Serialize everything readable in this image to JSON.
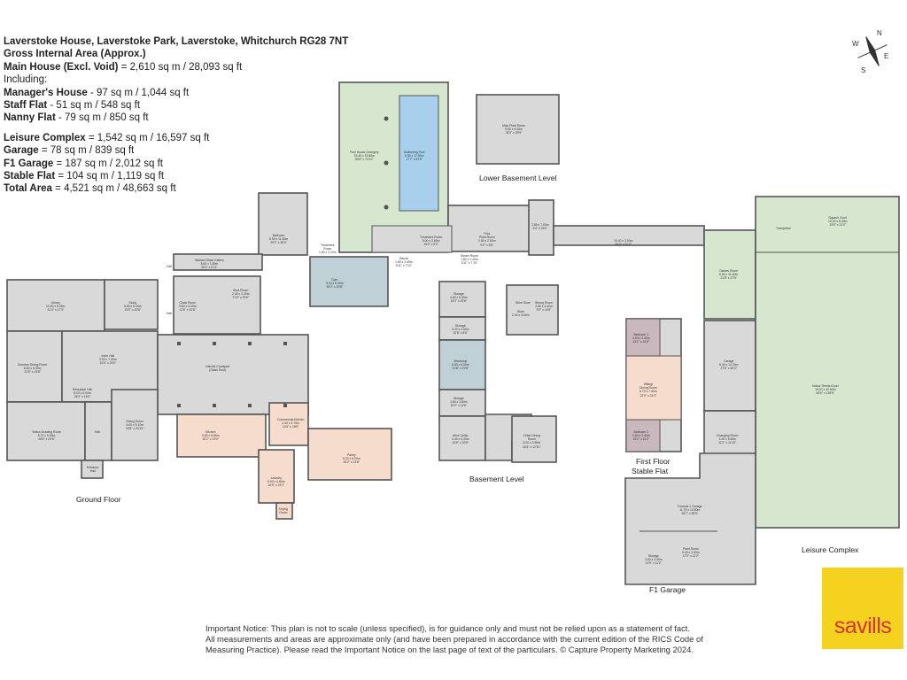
{
  "header": {
    "address": "Laverstoke House, Laverstoke Park, Laverstoke, Whitchurch RG28 7NT",
    "gia_title": "Gross Internal Area (Approx.)",
    "main_house_label": "Main House (Excl. Void)",
    "main_house_value": "= 2,610 sq m / 28,093 sq ft",
    "including": "Including:",
    "managers_house_label": "Manager's House",
    "managers_house_value": "- 97 sq m / 1,044 sq ft",
    "staff_flat_label": "Staff Flat",
    "staff_flat_value": "- 51 sq m / 548 sq ft",
    "nanny_flat_label": "Nanny Flat",
    "nanny_flat_value": "- 79 sq m / 850 sq ft",
    "leisure_label": "Leisure Complex",
    "leisure_value": "= 1,542 sq m / 16,597 sq ft",
    "garage_label": "Garage",
    "garage_value": "= 78 sq m / 839 sq ft",
    "f1_label": "F1 Garage",
    "f1_value": "= 187 sq m / 2,012 sq ft",
    "stable_label": "Stable Flat",
    "stable_value": "= 104 sq m / 1,119 sq ft",
    "total_label": "Total Area",
    "total_value": "= 4,521 sq m / 48,663 sq ft"
  },
  "compass": {
    "icon": "compass-rose-icon",
    "north": "N",
    "south": "S",
    "east": "E",
    "west": "W"
  },
  "section_labels": {
    "lower_basement": "Lower Basement Level",
    "ground_floor": "Ground Floor",
    "basement": "Basement Level",
    "first_floor": "First Floor",
    "stable_flat": "Stable Flat",
    "leisure": "Leisure Complex",
    "f1_garage": "F1 Garage"
  },
  "rooms": {
    "pool_house": "Pool House Orangery\n15.40 x 22.80m\n50'6\" x 74'10\"",
    "swimming_pool": "Swimming Pool\n5.38 x 17.50m\n17'7\" x 57'5\"",
    "main_plant": "Main Plant Room\n9.80 x 9.08m\n32'2\" x 29'9\"",
    "ballroom": "Ballroom\n8.90 x 11.60m\n29'2\" x 38'0\"",
    "stained_glass": "Stained Glass Gallery\n8.60 x 1.80m\n28'2\" x 5'11\"",
    "gym": "Gym\n9.20 x 6.00m\n30'2\" x 19'8\"",
    "library": "Library\n12.60 x 5.25m\n41'4\" x 17'3\"",
    "study": "Study\n5.80 x 6.30m\n19'0\" x 20'8\"",
    "cloak_room": "Cloak Room\n3.50 x 3.20m\n11'6\" x 10'6\"",
    "boot_room": "Boot Room\n2.40 x 3.20m\n7'10\" x 10'6\"",
    "summer_dining": "Summer Dining Room\n6.60 x 6.00m\n21'8\" x 19'8\"",
    "inner_hall": "Inner Hall\n3.00 x 7.00m\n10'0\" x 23'0\"",
    "courtyard": "Internal Courtyard\n(Glass Roof)",
    "reception_hall": "Reception Hall\n8.00 x 5.00m\n26'3\" x 16'4\"",
    "yellow_drawing": "Yellow Drawing Room\n8.70 x 6.30m\n28'6\" x 20'8\"",
    "dining_room": "Dining Room\n6.00 x 9.10m\n19'8\" x 29'10\"",
    "kitchen": "Kitchen\n9.80 x 5.80m\n32'2\" x 19'0\"",
    "commercial_kitchen": "Commercial Kitchen\n4.40 x 4.70m\n14'5\" x 15'5\"",
    "pantry": "Pantry\n9.20 x 6.00m\n30'2\" x 19'8\"",
    "laundry": "Laundry\n5.00 x 4.60m\n16'5\" x 15'1\"",
    "drying_room": "Drying\nRoom",
    "entrance_hall": "Entrance\nHall",
    "hall1": "Hall",
    "hall2": "Hall",
    "hall3": "Hall",
    "treatment": "Treatment\nRoom\n1.80 x 1.10m",
    "sauna": "Sauna\n1.80 x 2.40m\n5'11\" x 7'10\"",
    "steam_room": "Steam Room\n1.80 x 2.40m\n5'11\" x 7'10\"",
    "treatment2": "Treatment Room\n5.00 x 2.80m\n16'5\" x 9'2\"",
    "pool_plant": "Pool\nPlant Room\n2.80 x 2.60m\n9'2\" x 8'6\"",
    "corr1": "2.85 x 7.00m\n9'4\" x 23'0\"",
    "corridor": "15.40 x 3.00m\n50'6\" x 9'10\"",
    "squash": "Squash Court\n10.20 x 6.40m\n33'5\" x 21'0\"",
    "trampoline": "Trampoline",
    "games_room": "Games Room\n6.60 x 11.40m\n21'8\" x 37'5\"",
    "garage": "Garage\n8.40 x 12.20m\n27'6\" x 40'0\"",
    "tennis": "Indoor Tennis Court\n19.20 x 42.50m\n63'0\" x 139'5\"",
    "changing": "Changing Room\n3.40 x 3.60m\n11'2\" x 11'10\"",
    "storage1": "Storage\n4.60 x 6.30m\n15'0\" x 20'8\"",
    "storage2": "Storage\n3.20 x 2.60m\n10'6\" x 8'6\"",
    "wine_store": "Wine Store",
    "strong_room": "Strong Room\n2.80 x 4.40m\n9'2\" x 14'5\"",
    "store_a": "Store\n2.40 x 3.60m",
    "workshop": "Workshop\n6.60 x 6.00m\n21'8\" x 19'8\"",
    "storage3": "Storage\n4.60 x 3.80m\n15'0\" x 12'6\"",
    "wine_cellar": "Wine Cellar\n4.40 x 6.30m\n14'5\" x 20'8\"",
    "cellar_dining": "Cellar Dining\nRoom\n6.20 x 3.90m\n20'4\" x 12'10\"",
    "bedroom1": "Bedroom 1\n4.00 x 4.40m\n13'1\" x 14'5\"",
    "sitting_dining": "Sitting/\nDining Room\n6.70 x 7.40m\n22'0\" x 24'3\"",
    "bedroom2": "Bedroom 2\n4.60 x 3.40m\n15'1\" x 11'2\"",
    "formula1": "Formula 1 Garage\n11.75 x 10.80m\n38'7\" x 35'5\"",
    "plant_room": "Plant Room\n5.40 x 3.40m\n17'9\" x 11'2\"",
    "storage_f1": "Storage\n3.60 x 3.40m\n11'9\" x 11'2\""
  },
  "colors": {
    "green": "#d6e6cf",
    "pool_blue": "#a8d0ec",
    "grey": "#d9d9da",
    "peach": "#f6dccd",
    "teal": "#bfd1d6",
    "mauve": "#c9b8bd",
    "wall": "#555555",
    "logo_yellow": "#f5d21f",
    "logo_red": "#d9342b"
  },
  "notice": {
    "line1": "Important Notice: This plan is not to scale (unless specified), is for guidance only and must not be relied upon as a statement of fact.",
    "line2": "All measurements and areas are approximate only (and have been prepared in accordance with the current edition of the RICS Code of",
    "line3": "Measuring Practice). Please read the Important Notice on the last page of text of the particulars. © Capture Property Marketing 2024."
  },
  "logo": {
    "text": "savills"
  }
}
